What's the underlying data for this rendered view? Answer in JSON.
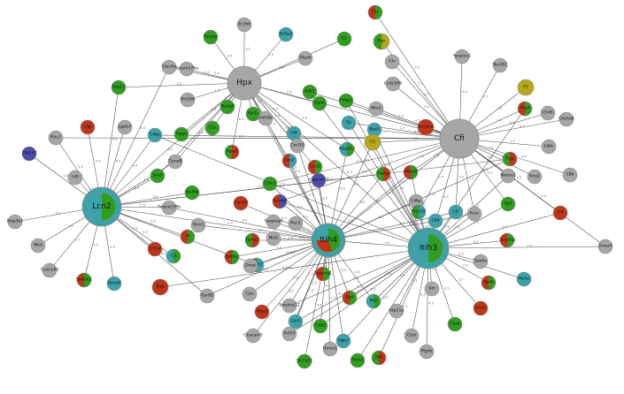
{
  "colors": {
    "gray": "#a6a6a6",
    "green": "#2f9e1f",
    "teal": "#3aa3a9",
    "red": "#c0351a",
    "olive": "#b5a818",
    "blue": "#4b4fa8",
    "edge": "#4a4a4a",
    "border": "#8a8a8a"
  },
  "nodes": [
    {
      "id": "Hpx",
      "hub": true,
      "colors": [
        "gray"
      ]
    },
    {
      "id": "Cfi",
      "hub": true,
      "colors": [
        "gray"
      ]
    },
    {
      "id": "Lcn2",
      "hub": true,
      "colors": [
        "green",
        "teal"
      ]
    },
    {
      "id": "Itih4",
      "hub": true,
      "colors": [
        "green",
        "red",
        "teal"
      ]
    },
    {
      "id": "Itih3",
      "hub": true,
      "colors": [
        "green",
        "teal"
      ]
    },
    {
      "id": "Zc3h6",
      "colors": [
        "gray"
      ]
    },
    {
      "id": "Slc5a2",
      "colors": [
        "teal"
      ]
    },
    {
      "id": "Rnpep",
      "colors": [
        "green"
      ]
    },
    {
      "id": "C1",
      "colors": [
        "green"
      ]
    },
    {
      "id": "F2r",
      "colors": [
        "green",
        "red"
      ]
    },
    {
      "id": "Fgb",
      "colors": [
        "olive",
        "green"
      ]
    },
    {
      "id": "Clec4e",
      "colors": [
        "gray"
      ]
    },
    {
      "id": "Tmem176a",
      "colors": [
        "gray"
      ]
    },
    {
      "id": "Plac8",
      "colors": [
        "gray"
      ]
    },
    {
      "id": "Cfe",
      "colors": [
        "gray"
      ]
    },
    {
      "id": "Serpinc1",
      "colors": [
        "gray"
      ]
    },
    {
      "id": "Tex261",
      "colors": [
        "gray"
      ]
    },
    {
      "id": "Ccdc169",
      "colors": [
        "gray"
      ]
    },
    {
      "id": "F2",
      "colors": [
        "olive"
      ]
    },
    {
      "id": "Sox11",
      "colors": [
        "green"
      ]
    },
    {
      "id": "Rrt206",
      "colors": [
        "gray"
      ]
    },
    {
      "id": "Ugt",
      "colors": [
        "red"
      ]
    },
    {
      "id": "Lgals7",
      "colors": [
        "gray"
      ]
    },
    {
      "id": "C4bp",
      "colors": [
        "teal"
      ]
    },
    {
      "id": "Hpgd",
      "colors": [
        "green"
      ]
    },
    {
      "id": "C1s",
      "colors": [
        "green"
      ]
    },
    {
      "id": "Akr1c",
      "colors": [
        "green"
      ]
    },
    {
      "id": "Adh1",
      "colors": [
        "green"
      ]
    },
    {
      "id": "Msr2",
      "colors": [
        "gray"
      ]
    },
    {
      "id": "Chdh",
      "colors": [
        "gray"
      ]
    },
    {
      "id": "Fkbp1",
      "colors": [
        "green"
      ]
    },
    {
      "id": "Cp",
      "colors": [
        "teal"
      ]
    },
    {
      "id": "Stat1",
      "colors": [
        "teal"
      ]
    },
    {
      "id": "Prg4",
      "colors": [
        "green",
        "red"
      ]
    },
    {
      "id": "Chchd4",
      "colors": [
        "gray"
      ]
    },
    {
      "id": "Serpina",
      "colors": [
        "red"
      ]
    },
    {
      "id": "Rhs1",
      "colors": [
        "gray"
      ]
    },
    {
      "id": "Zfp157",
      "colors": [
        "blue"
      ]
    },
    {
      "id": "Apod",
      "colors": [
        "red",
        "green"
      ]
    },
    {
      "id": "Adh3b",
      "colors": [
        "gray"
      ]
    },
    {
      "id": "Cfb",
      "colors": [
        "teal"
      ]
    },
    {
      "id": "Ltbb",
      "colors": [
        "gray"
      ]
    },
    {
      "id": "Pla2g4",
      "colors": [
        "green"
      ]
    },
    {
      "id": "Gas6",
      "colors": [
        "green"
      ]
    },
    {
      "id": "C2",
      "colors": [
        "olive"
      ]
    },
    {
      "id": "Cxcl10",
      "colors": [
        "gray"
      ]
    },
    {
      "id": "Csn2",
      "colors": [
        "teal",
        "red"
      ]
    },
    {
      "id": "Ccl11",
      "colors": [
        "green",
        "red"
      ]
    },
    {
      "id": "Mapk13",
      "colors": [
        "green",
        "teal"
      ]
    },
    {
      "id": "Cpne8",
      "colors": [
        "gray"
      ]
    },
    {
      "id": "Kng1",
      "colors": [
        "gray"
      ]
    },
    {
      "id": "C8b",
      "colors": [
        "gray"
      ]
    },
    {
      "id": "Nanos1",
      "colors": [
        "gray"
      ]
    },
    {
      "id": "Saa3",
      "colors": [
        "green"
      ]
    },
    {
      "id": "Fgg",
      "colors": [
        "red",
        "green"
      ]
    },
    {
      "id": "Hamp",
      "colors": [
        "red",
        "green"
      ]
    },
    {
      "id": "Mmp8",
      "colors": [
        "green",
        "red"
      ]
    },
    {
      "id": "Cldn1",
      "colors": [
        "green"
      ]
    },
    {
      "id": "Tmem178b",
      "colors": [
        "gray"
      ]
    },
    {
      "id": "Psmb8",
      "colors": [
        "blue",
        "red"
      ]
    },
    {
      "id": "Ceacam1",
      "colors": [
        "blue"
      ]
    },
    {
      "id": "Clec4d",
      "colors": [
        "red"
      ]
    },
    {
      "id": "Ren1",
      "colors": [
        "gray"
      ]
    },
    {
      "id": "C4bp2",
      "colors": [
        "gray"
      ]
    },
    {
      "id": "Igsf",
      "colors": [
        "green"
      ]
    },
    {
      "id": "Tnf",
      "colors": [
        "red"
      ]
    },
    {
      "id": "Slc46a",
      "colors": [
        "green"
      ]
    },
    {
      "id": "Orm1",
      "colors": [
        "gray"
      ]
    },
    {
      "id": "Kras",
      "colors": [
        "gray"
      ]
    },
    {
      "id": "Ltf",
      "colors": [
        "teal"
      ]
    },
    {
      "id": "C6b",
      "colors": [
        "teal"
      ]
    },
    {
      "id": "Sox10",
      "colors": [
        "teal",
        "green"
      ]
    },
    {
      "id": "Anxa4",
      "colors": [
        "gray"
      ]
    },
    {
      "id": "Serpina3",
      "colors": [
        "gray"
      ]
    },
    {
      "id": "Nid1",
      "colors": [
        "gray"
      ]
    },
    {
      "id": "Serping",
      "colors": [
        "green",
        "red"
      ]
    },
    {
      "id": "Mxd",
      "colors": [
        "gray"
      ]
    },
    {
      "id": "Bgn",
      "colors": [
        "red"
      ]
    },
    {
      "id": "Ccdc149",
      "colors": [
        "gray"
      ]
    },
    {
      "id": "Sostdc1",
      "colors": [
        "green",
        "red"
      ]
    },
    {
      "id": "Anxa5",
      "colors": [
        "teal"
      ]
    },
    {
      "id": "Tnfrsf",
      "colors": [
        "red"
      ]
    },
    {
      "id": "C3",
      "colors": [
        "green",
        "teal"
      ]
    },
    {
      "id": "Ifi",
      "colors": [
        "green",
        "red"
      ]
    },
    {
      "id": "Ms4a",
      "colors": [
        "teal"
      ]
    },
    {
      "id": "Sox9a",
      "colors": [
        "gray"
      ]
    },
    {
      "id": "Apobec",
      "colors": [
        "green",
        "red"
      ]
    },
    {
      "id": "Epha2",
      "colors": [
        "red",
        "green"
      ]
    },
    {
      "id": "Orm2",
      "colors": [
        "teal",
        "green"
      ]
    },
    {
      "id": "Serpina1",
      "colors": [
        "green",
        "red"
      ]
    },
    {
      "id": "Cpe",
      "colors": [
        "gray"
      ]
    },
    {
      "id": "Gpr65",
      "colors": [
        "gray"
      ]
    },
    {
      "id": "Zmat",
      "colors": [
        "gray"
      ]
    },
    {
      "id": "Serpina12",
      "colors": [
        "gray"
      ]
    },
    {
      "id": "Ptgs2",
      "colors": [
        "red"
      ]
    },
    {
      "id": "Slpi",
      "colors": [
        "green",
        "red"
      ]
    },
    {
      "id": "Map3k1",
      "colors": [
        "gray"
      ]
    },
    {
      "id": "Mt2",
      "colors": [
        "green",
        "teal"
      ]
    },
    {
      "id": "Car5",
      "colors": [
        "teal"
      ]
    },
    {
      "id": "Cd52",
      "colors": [
        "green"
      ]
    },
    {
      "id": "Krt19",
      "colors": [
        "gray"
      ]
    },
    {
      "id": "Itgb2",
      "colors": [
        "teal"
      ]
    },
    {
      "id": "Atp11a",
      "colors": [
        "gray"
      ]
    },
    {
      "id": "Irf5",
      "colors": [
        "gray"
      ]
    },
    {
      "id": "Rorb",
      "colors": [
        "green",
        "red"
      ]
    },
    {
      "id": "Cuzd",
      "colors": [
        "green"
      ]
    },
    {
      "id": "Sorcs",
      "colors": [
        "green"
      ]
    },
    {
      "id": "Ebf",
      "colors": [
        "red",
        "green"
      ]
    },
    {
      "id": "Cxcl1",
      "colors": [
        "red"
      ]
    },
    {
      "id": "Ceacam2",
      "colors": [
        "gray"
      ]
    },
    {
      "id": "Hmox1",
      "colors": [
        "gray"
      ]
    },
    {
      "id": "Slc7a11",
      "colors": [
        "green"
      ]
    },
    {
      "id": "Ptgds",
      "colors": [
        "gray"
      ]
    },
    {
      "id": "Ctsd",
      "colors": [
        "gray"
      ]
    },
    {
      "id": "Gm",
      "colors": [
        "gray"
      ]
    }
  ],
  "edge_weights": [
    "0.5",
    "1.5",
    "3.5",
    "2.5",
    "4.5"
  ],
  "node_labels": {
    "Hpx": "Hpx",
    "Cfi": "Cfi",
    "Lcn2": "Lcn2",
    "Itih4": "Itih4",
    "Itih3": "Itih3",
    "Zc3h6": "Zc3h6",
    "Slc5a2": "Slc5a2",
    "Rnpep": "Rnpep",
    "C1": "C1",
    "F2r": "F2r",
    "Fgb": "Fgb",
    "Clec4e": "Clec4e",
    "Tmem176a": "Tmem176a",
    "Plac8": "Plac8",
    "Cfe": "Cfe",
    "Serpinc1": "Serpinc1",
    "Tex261": "Tex261",
    "Ccdc169": "Ccdc169",
    "F2": "F2",
    "Sox11": "Sox11",
    "Rrt206": "Rrt206",
    "Ugt": "Ugt",
    "Lgals7": "Lgals7",
    "C4bp": "C4bp",
    "Hpgd": "Hpgd",
    "C1s": "C1s",
    "Akr1c": "Akr1c",
    "Adh1": "Adh1",
    "Msr2": "Msr2",
    "Chdh": "Chdh",
    "Fkbp1": "Fkbp1",
    "Cp": "Cp",
    "Stat1": "Stat1",
    "Prg4": "Prg4",
    "Chchd4": "Chchd4",
    "Serpina": "Serpina",
    "Rhs1": "Rhs1",
    "Zfp157": "Zfp157",
    "Apod": "Apod",
    "Adh3b": "Adh3b",
    "Cfb": "Cfb",
    "Ltbb": "Ltbb",
    "Pla2g4": "Pla2g4",
    "Gas6": "Gas6",
    "C2": "C2",
    "Cxcl10": "Cxcl10",
    "Csn2": "Csn2",
    "Ccl11": "Ccl11",
    "Mapk13": "Mapk13",
    "Cpne8": "Cpne8",
    "Kng1": "Kng1",
    "C8b": "C8b",
    "Nanos1": "Nanos1",
    "Saa3": "Saa3",
    "Fgg": "Fgg",
    "Hamp": "Hamp",
    "Mmp8": "Mmp8",
    "Cldn1": "Cldn1",
    "Tmem178b": "Tmem178b",
    "Psmb8": "Psmb8",
    "Ceacam1": "Ceacam1",
    "Clec4d": "Clec4d",
    "Ren1": "Ren1",
    "C4bp2": "C4bp",
    "Igsf": "Igsf",
    "Tnf": "Tnf",
    "Slc46a": "Slc46a",
    "Orm1": "Orm1",
    "Kras": "Kras",
    "Ltf": "Ltf",
    "C6b": "C6b",
    "Sox10": "Sox10",
    "Anxa4": "Anxa4",
    "Serpina3": "Serpina3",
    "Nid1": "Nid1",
    "Serping": "Serping",
    "Mxd": "Mxd",
    "Bgn": "Bgn",
    "Ccdc149": "Ccdc149",
    "Sostdc1": "Sostdc1",
    "Anxa5": "Anxa5",
    "Tnfrsf": "Tnfrsf",
    "C3": "C3",
    "Ifi": "Ifi",
    "Ms4a": "Ms4a",
    "Sox9a": "Sox9a",
    "Apobec": "Apobec",
    "Epha2": "Epha2",
    "Orm2": "Orm2",
    "Serpina1": "Serpina1",
    "Cpe": "Cpe",
    "Gpr65": "Gpr65",
    "Zmat": "Zmat",
    "Serpina12": "Serpina12",
    "Ptgs2": "Ptgs2",
    "Slpi": "Slpi",
    "Map3k1": "Map3k1",
    "Mt2": "Mt2",
    "Car5": "Car5",
    "Cd52": "Cd52",
    "Krt19": "Krt19",
    "Itgb2": "Itgb2",
    "Atp11a": "Atp11a",
    "Irf5": "Irf5",
    "Rorb": "Rorb",
    "Cuzd": "Cuzd",
    "Sorcs": "Sorcs",
    "Ebf": "Ebf",
    "Cxcl1": "Cxcl1",
    "Ceacam2": "Ceacam2",
    "Hmox1": "Hmox1",
    "Slc7a11": "Slc7a11",
    "Ptgds": "Ptgds",
    "Ctsd": "Ctsd",
    "Gm": "Gm"
  },
  "edges": [
    [
      "Hpx",
      "Zc3h6"
    ],
    [
      "Hpx",
      "Slc5a2"
    ],
    [
      "Hpx",
      "Rnpep"
    ],
    [
      "Hpx",
      "Clec4e"
    ],
    [
      "Hpx",
      "Tmem176a"
    ],
    [
      "Hpx",
      "Plac8"
    ],
    [
      "Hpx",
      "C1"
    ],
    [
      "Hpx",
      "Sox11"
    ],
    [
      "Hpx",
      "Rrt206"
    ],
    [
      "Hpx",
      "Hpgd"
    ],
    [
      "Hpx",
      "C1s"
    ],
    [
      "Hpx",
      "Akr1c"
    ],
    [
      "Hpx",
      "Adh3b"
    ],
    [
      "Hpx",
      "Pla2g4"
    ],
    [
      "Hpx",
      "Cfb"
    ],
    [
      "Hpx",
      "Gas6"
    ],
    [
      "Hpx",
      "Cxcl10"
    ],
    [
      "Hpx",
      "Lcn2"
    ],
    [
      "Hpx",
      "Itih4"
    ],
    [
      "Hpx",
      "Itih3"
    ],
    [
      "Hpx",
      "Apod"
    ],
    [
      "Hpx",
      "Csn2"
    ],
    [
      "Hpx",
      "Ccl11"
    ],
    [
      "Hpx",
      "Mapk13"
    ],
    [
      "Hpx",
      "Saa3"
    ],
    [
      "Hpx",
      "Cpne8"
    ],
    [
      "Hpx",
      "Cfi"
    ],
    [
      "Cfi",
      "F2r"
    ],
    [
      "Cfi",
      "Fgb"
    ],
    [
      "Cfi",
      "Cfe"
    ],
    [
      "Cfi",
      "Serpinc1"
    ],
    [
      "Cfi",
      "Tex261"
    ],
    [
      "Cfi",
      "Ccdc169"
    ],
    [
      "Cfi",
      "F2"
    ],
    [
      "Cfi",
      "Msr2"
    ],
    [
      "Cfi",
      "Chdh"
    ],
    [
      "Cfi",
      "Fkbp1"
    ],
    [
      "Cfi",
      "Stat1"
    ],
    [
      "Cfi",
      "Prg4"
    ],
    [
      "Cfi",
      "Chchd4"
    ],
    [
      "Cfi",
      "Serpina"
    ],
    [
      "Cfi",
      "Rhs1"
    ],
    [
      "Cfi",
      "C2"
    ],
    [
      "Cfi",
      "Kng1"
    ],
    [
      "Cfi",
      "C8b"
    ],
    [
      "Cfi",
      "Nanos1"
    ],
    [
      "Cfi",
      "Ltbb"
    ],
    [
      "Cfi",
      "Hamp"
    ],
    [
      "Cfi",
      "Mmp8"
    ],
    [
      "Cfi",
      "Itih3"
    ],
    [
      "Cfi",
      "Itih4"
    ],
    [
      "Cfi",
      "Cp"
    ],
    [
      "Cfi",
      "Adh1"
    ],
    [
      "Cfi",
      "Anxa4"
    ],
    [
      "Cfi",
      "C4bp"
    ],
    [
      "Cfi",
      "Sox10"
    ],
    [
      "Cfi",
      "Kras"
    ],
    [
      "Cfi",
      "Ltf"
    ],
    [
      "Cfi",
      "Igsf"
    ],
    [
      "Cfi",
      "Psmb8"
    ],
    [
      "Cfi",
      "Cldn1"
    ],
    [
      "Cfi",
      "Tnf"
    ],
    [
      "Cfi",
      "Fgg"
    ],
    [
      "Lcn2",
      "Ugt"
    ],
    [
      "Lcn2",
      "Lgals7"
    ],
    [
      "Lcn2",
      "C4bp"
    ],
    [
      "Lcn2",
      "Zfp157"
    ],
    [
      "Lcn2",
      "Rhs1"
    ],
    [
      "Lcn2",
      "Sox11"
    ],
    [
      "Lcn2",
      "Clec4e"
    ],
    [
      "Lcn2",
      "Saa3"
    ],
    [
      "Lcn2",
      "Cpne8"
    ],
    [
      "Lcn2",
      "Fgg"
    ],
    [
      "Lcn2",
      "Tmem178b"
    ],
    [
      "Lcn2",
      "Hamp"
    ],
    [
      "Lcn2",
      "Map3k1"
    ],
    [
      "Lcn2",
      "Irf5"
    ],
    [
      "Lcn2",
      "Slc46a"
    ],
    [
      "Lcn2",
      "Ccdc149"
    ],
    [
      "Lcn2",
      "Sostdc1"
    ],
    [
      "Lcn2",
      "Anxa5"
    ],
    [
      "Lcn2",
      "Tnfrsf"
    ],
    [
      "Lcn2",
      "C3"
    ],
    [
      "Lcn2",
      "Ifi"
    ],
    [
      "Lcn2",
      "Itih4"
    ],
    [
      "Lcn2",
      "Gpr65"
    ],
    [
      "Lcn2",
      "Mxd"
    ],
    [
      "Lcn2",
      "Orm2"
    ],
    [
      "Itih4",
      "Cldn1"
    ],
    [
      "Itih4",
      "Tmem178b"
    ],
    [
      "Itih4",
      "Psmb8"
    ],
    [
      "Itih4",
      "Ceacam1"
    ],
    [
      "Itih4",
      "Clec4d"
    ],
    [
      "Itih4",
      "Ren1"
    ],
    [
      "Itih4",
      "C4bp2"
    ],
    [
      "Itih4",
      "Serpina3"
    ],
    [
      "Itih4",
      "Nid1"
    ],
    [
      "Itih4",
      "Mmp8"
    ],
    [
      "Itih4",
      "Fgg"
    ],
    [
      "Itih4",
      "Hamp"
    ],
    [
      "Itih4",
      "Cxcl10"
    ],
    [
      "Itih4",
      "Csn2"
    ],
    [
      "Itih4",
      "Ccl11"
    ],
    [
      "Itih4",
      "Apobec"
    ],
    [
      "Itih4",
      "Epha2"
    ],
    [
      "Itih4",
      "Orm1"
    ],
    [
      "Itih4",
      "Orm2"
    ],
    [
      "Itih4",
      "Serpina1"
    ],
    [
      "Itih4",
      "Cpe"
    ],
    [
      "Itih4",
      "Gpr65"
    ],
    [
      "Itih4",
      "Zmat"
    ],
    [
      "Itih4",
      "Serpina12"
    ],
    [
      "Itih4",
      "Ptgs2"
    ],
    [
      "Itih4",
      "Slpi"
    ],
    [
      "Itih4",
      "Itih3"
    ],
    [
      "Itih4",
      "Mt2"
    ],
    [
      "Itih4",
      "Car5"
    ],
    [
      "Itih4",
      "Cd52"
    ],
    [
      "Itih4",
      "Krt19"
    ],
    [
      "Itih4",
      "Itgb2"
    ],
    [
      "Itih4",
      "Ceacam2"
    ],
    [
      "Itih4",
      "Hmox1"
    ],
    [
      "Itih4",
      "Slc7a11"
    ],
    [
      "Itih4",
      "Adh3b"
    ],
    [
      "Itih4",
      "Mapk13"
    ],
    [
      "Itih4",
      "C2"
    ],
    [
      "Itih4",
      "Kras"
    ],
    [
      "Itih4",
      "Ltf"
    ],
    [
      "Itih3",
      "C4bp"
    ],
    [
      "Itih3",
      "Kras"
    ],
    [
      "Itih3",
      "Ltf"
    ],
    [
      "Itih3",
      "C6b"
    ],
    [
      "Itih3",
      "Sox10"
    ],
    [
      "Itih3",
      "Anxa4"
    ],
    [
      "Itih3",
      "Serping"
    ],
    [
      "Itih3",
      "Bgn"
    ],
    [
      "Itih3",
      "Ms4a"
    ],
    [
      "Itih3",
      "Sox9a"
    ],
    [
      "Itih3",
      "Rorb"
    ],
    [
      "Itih3",
      "Cuzd"
    ],
    [
      "Itih3",
      "Sorcs"
    ],
    [
      "Itih3",
      "Ebf"
    ],
    [
      "Itih3",
      "Cxcl1"
    ],
    [
      "Itih3",
      "Atp11a"
    ],
    [
      "Itih3",
      "Ptgds"
    ],
    [
      "Itih3",
      "Ctsd"
    ],
    [
      "Itih3",
      "Gm"
    ],
    [
      "Itih3",
      "Mt2"
    ],
    [
      "Itih3",
      "Car5"
    ],
    [
      "Itih3",
      "Cd52"
    ],
    [
      "Itih3",
      "Krt19"
    ],
    [
      "Itih3",
      "Itgb2"
    ],
    [
      "Itih3",
      "Slpi"
    ],
    [
      "Itih3",
      "Serpina12"
    ],
    [
      "Itih3",
      "Igsf"
    ],
    [
      "Itih3",
      "Tnf"
    ],
    [
      "Itih3",
      "Psmb8"
    ],
    [
      "Itih3",
      "Nanos1"
    ],
    [
      "Itih3",
      "Hamp"
    ],
    [
      "Itih3",
      "Mmp8"
    ],
    [
      "Itih3",
      "Fkbp1"
    ],
    [
      "Itih3",
      "C2"
    ],
    [
      "Itih3",
      "Stat1"
    ],
    [
      "Itih3",
      "Prg4"
    ],
    [
      "Itih3",
      "Adh1"
    ],
    [
      "Itih3",
      "Cp"
    ]
  ]
}
